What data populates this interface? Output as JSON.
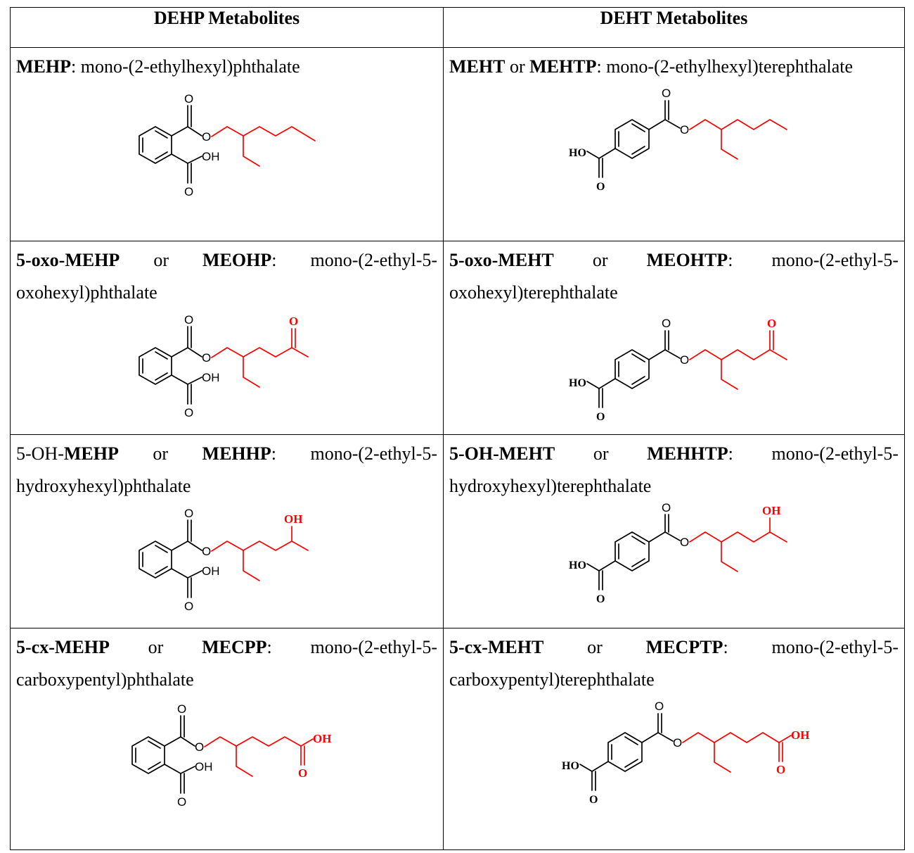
{
  "table": {
    "headers": [
      "DEHP Metabolites",
      "DEHT Metabolites"
    ],
    "rows": [
      {
        "left": {
          "abbr": "MEHP",
          "rest": ": mono-(2-ethylhexyl)phthalate"
        },
        "right": {
          "abbr": "MEHT",
          "or": "or",
          "abbr2": "MEHTP",
          "rest": ": mono-(2-ethylhexyl)terephthalate"
        }
      },
      {
        "left": {
          "abbr": "5-oxo-MEHP",
          "or": "or",
          "abbr2": "MEOHP",
          "rest": ": mono-(2-ethyl-5-oxohexyl)phthalate"
        },
        "right": {
          "abbr": "5-oxo-MEHT",
          "or": "or",
          "abbr2": "MEOHTP",
          "rest": ": mono-(2-ethyl-5-oxohexyl)terephthalate"
        }
      },
      {
        "left": {
          "prefix": "5-OH-",
          "abbr": "MEHP",
          "or": "or",
          "abbr2": "MEHHP",
          "rest": ": mono-(2-ethyl-5-hydroxyhexyl)phthalate"
        },
        "right": {
          "abbr": "5-OH-MEHT",
          "or": "or",
          "abbr2": "MEHHTP",
          "rest": ": mono-(2-ethyl-5-hydroxyhexyl)terephthalate"
        }
      },
      {
        "left": {
          "abbr": "5-cx-MEHP",
          "or": "or",
          "abbr2": "MECPP",
          "rest": ": mono-(2-ethyl-5-carboxypentyl)phthalate"
        },
        "right": {
          "abbr": "5-cx-MEHT",
          "or": "or",
          "abbr2": "MECPTP",
          "rest": ": mono-(2-ethyl-5-carboxypentyl)terephthalate"
        }
      }
    ]
  },
  "atoms": {
    "O": "O",
    "OH": "OH",
    "HO": "HO"
  },
  "colors": {
    "side_chain": "#ff0000",
    "core": "#000000"
  }
}
